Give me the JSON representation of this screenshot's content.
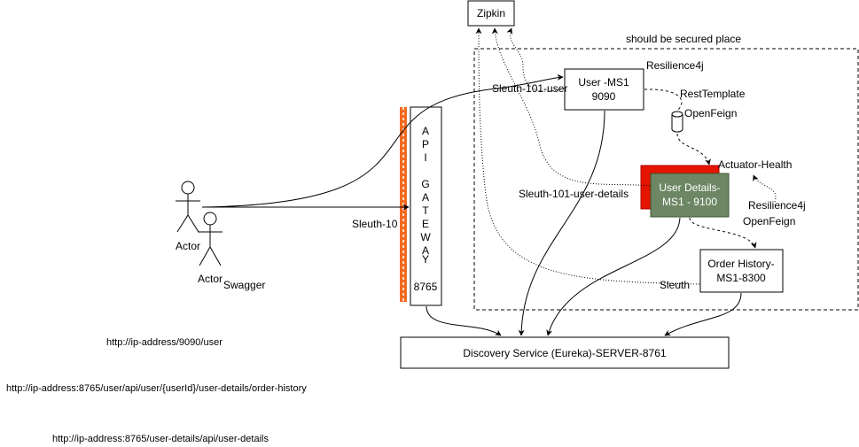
{
  "zipkin": "Zipkin",
  "secured_region_label": "should be secured place",
  "user_ms": {
    "line1": "User -MS1",
    "line2": "9090"
  },
  "user_details": {
    "line1": "User Details-",
    "line2": "MS1 - 9100"
  },
  "order_history": {
    "line1": "Order History-",
    "line2": "MS1-8300"
  },
  "discovery": "Discovery Service (Eureka)-SERVER-8761",
  "gateway": {
    "letters": [
      "A",
      "P",
      "I",
      "",
      "G",
      "A",
      "T",
      "E",
      "W",
      "A",
      "Y"
    ],
    "port": "8765"
  },
  "actors": {
    "actor1": "Actor",
    "actor2": "Actor",
    "swagger": "Swagger"
  },
  "edge_labels": {
    "resilience4j_top": "Resilience4j",
    "rest_template": "RestTemplate",
    "open_feign_top": "OpenFeign",
    "actuator_health": "Actuator-Health",
    "resilience4j_bottom": "Resilience4j",
    "open_feign_bottom": "OpenFeign",
    "sleuth_101_user": "Sleuth-101-user",
    "sleuth_101_user_details": "Sleuth-101-user-details",
    "sleuth_10": "Sleuth-10",
    "sleuth": "Sleuth"
  },
  "urls": [
    "http://ip-address/9090/user",
    "http://ip-address:8765/user/api/user/{userId}/user-details/order-history",
    "http://ip-address:8765/user-details/api/user-details"
  ],
  "colors": {
    "gateway_bar": "#f36b21",
    "user_details_fill": "#6d8764",
    "shadow_red": "#e51400"
  }
}
